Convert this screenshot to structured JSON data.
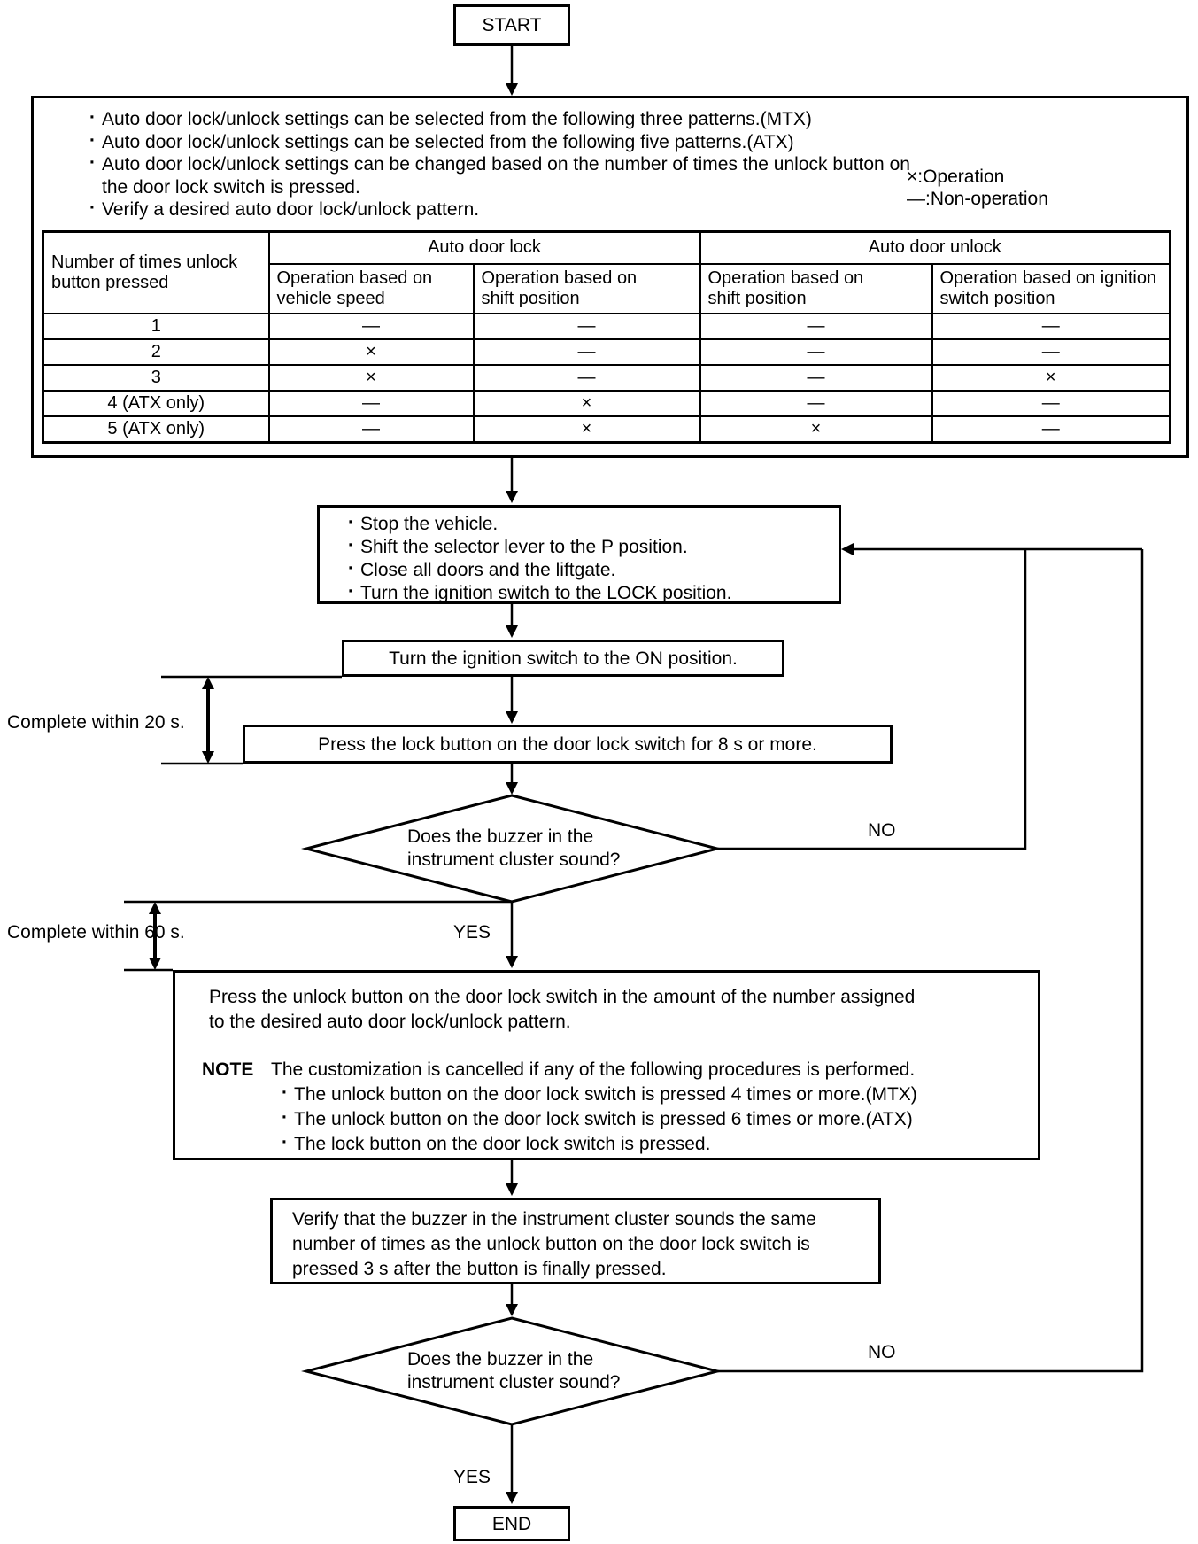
{
  "flowchart": {
    "start": "START",
    "end": "END",
    "info": {
      "bullets": [
        "Auto door lock/unlock settings can be selected from the following three patterns.(MTX)",
        "Auto door lock/unlock settings can be selected from the following five patterns.(ATX)",
        "Auto door lock/unlock settings can be changed based on the number of times the unlock button on\nthe door lock switch is pressed.",
        "Verify a desired auto door lock/unlock pattern."
      ],
      "legend_operation": "×:Operation",
      "legend_non_operation": "—:Non-operation"
    },
    "table": {
      "row_header": "Number of times unlock\nbutton pressed",
      "group_lock": "Auto door lock",
      "group_unlock": "Auto door unlock",
      "col_vehicle_speed": "Operation based on\nvehicle speed",
      "col_shift_lock": "Operation based on\nshift position",
      "col_shift_unlock": "Operation based on\nshift position",
      "col_ignition": "Operation based on ignition\nswitch position",
      "rows": [
        {
          "label": "1",
          "cells": [
            "—",
            "—",
            "—",
            "—"
          ]
        },
        {
          "label": "2",
          "cells": [
            "×",
            "—",
            "—",
            "—"
          ]
        },
        {
          "label": "3",
          "cells": [
            "×",
            "—",
            "—",
            "×"
          ]
        },
        {
          "label": "4 (ATX only)",
          "cells": [
            "—",
            "×",
            "—",
            "—"
          ]
        },
        {
          "label": "5 (ATX only)",
          "cells": [
            "—",
            "×",
            "×",
            "—"
          ]
        }
      ]
    },
    "steps": {
      "prepare_bullets": [
        "Stop the vehicle.",
        "Shift the selector lever to the P position.",
        "Close all doors and the liftgate.",
        "Turn the ignition switch to the LOCK position."
      ],
      "ignition_on": "Turn the ignition switch to the ON position.",
      "press_lock": "Press the lock button on the door lock switch for 8 s or more.",
      "press_unlock": "Press the unlock button on the door lock switch in the amount of the number assigned\nto the desired auto door lock/unlock pattern.",
      "note_label": "NOTE",
      "note_intro": "The customization is cancelled if any of the following procedures is performed.",
      "note_bullets": [
        "The unlock button on the door lock switch is pressed 4 times or more.(MTX)",
        "The unlock button on the door lock switch is pressed 6 times or more.(ATX)",
        "The lock button on the door lock switch is pressed."
      ],
      "verify": "Verify that the buzzer in the instrument cluster sounds the same\nnumber of times as the unlock button on the door lock switch is\npressed 3 s after the button is finally pressed."
    },
    "decisions": {
      "buzzer_1": "Does the buzzer in the\ninstrument cluster sound?",
      "buzzer_2": "Does the buzzer in the\ninstrument cluster sound?"
    },
    "labels": {
      "no_1": "NO",
      "yes_1": "YES",
      "no_2": "NO",
      "yes_2": "YES",
      "complete_20": "Complete within 20 s.",
      "complete_60": "Complete within 60 s."
    }
  }
}
